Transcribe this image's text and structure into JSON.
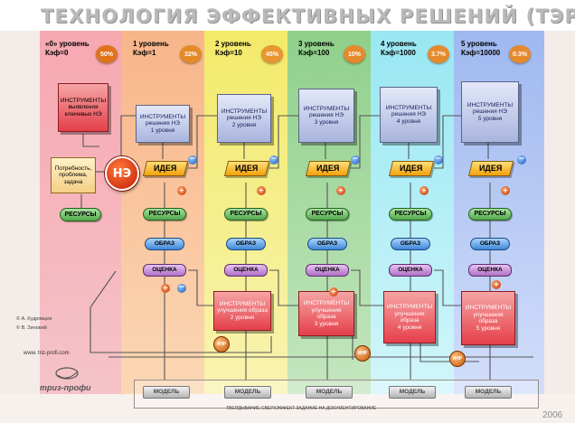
{
  "title": "ТЕХНОЛОГИЯ ЭФФЕКТИВНЫХ РЕШЕНИЙ (ТЭР)",
  "levels": [
    {
      "name": "«0» уровень",
      "k": "Кэф=0",
      "pct": "50%"
    },
    {
      "name": "1 уровень",
      "k": "Кэф=1",
      "pct": "32%"
    },
    {
      "name": "2 уровень",
      "k": "Кэф=10",
      "pct": "45%"
    },
    {
      "name": "3 уровень",
      "k": "Кэф=100",
      "pct": "10%"
    },
    {
      "name": "4 уровень",
      "k": "Кэф=1000",
      "pct": "3.7%"
    },
    {
      "name": "5 уровень",
      "k": "Кэф=10000",
      "pct": "0.3%"
    }
  ],
  "tools_top": [
    "ИНСТРУМЕНТЫ\nвыявления\nключевых НЭ",
    "ИНСТРУМЕНТЫ\nрешения НЭ\n1 уровня",
    "ИНСТРУМЕНТЫ\nрешения НЭ\n2 уровня",
    "ИНСТРУМЕНТЫ\nрешения НЭ\n3 уровня",
    "ИНСТРУМЕНТЫ\nрешения НЭ\n4 уровня",
    "ИНСТРУМЕНТЫ\nрешения НЭ\n5 уровня"
  ],
  "need_box": "Потребность,\nпроблема,\nзадача",
  "ne_label": "НЭ",
  "idea": "ИДЕЯ",
  "resources": "РЕСУРСЫ",
  "obraz": "ОБРАЗ",
  "otsenka": "ОЦЕНКА",
  "model": "МОДЕЛЬ",
  "tools_bottom": [
    "ИНСТРУМЕНТЫ\nулучшения образа\n2 уровня",
    "ИНСТРУМЕНТЫ\nулучшения\nобраза\n3 уровня",
    "ИНСТРУМЕНТЫ\nулучшения\nобраза\n4 уровня",
    "ИНСТРУМЕНТЫ\nулучшения\nобраза\n5 уровня"
  ],
  "authors": [
    "© А. Кудрявцев",
    "© В. Зиновий"
  ],
  "website": "www. triz-profi.com",
  "logo_text": "триз-профи",
  "bottom_caption": "ТВЕРДЫВАНИЕ  СВЕРХЭФФЕКТ  ЗАДАНИЕ НА ДОКУМЕНТИРОВАНИЕ",
  "year": "2006",
  "orbs": [
    "ИНР",
    "ИНР",
    "ИНР"
  ],
  "colors": {
    "col0": "#f4b5bd",
    "col1": "#f9c99b",
    "col2": "#f6f08c",
    "col3": "#a7d8a1",
    "col4": "#b5f0f6",
    "col5": "#b6c9f3",
    "header_band": "#e88a2b"
  }
}
